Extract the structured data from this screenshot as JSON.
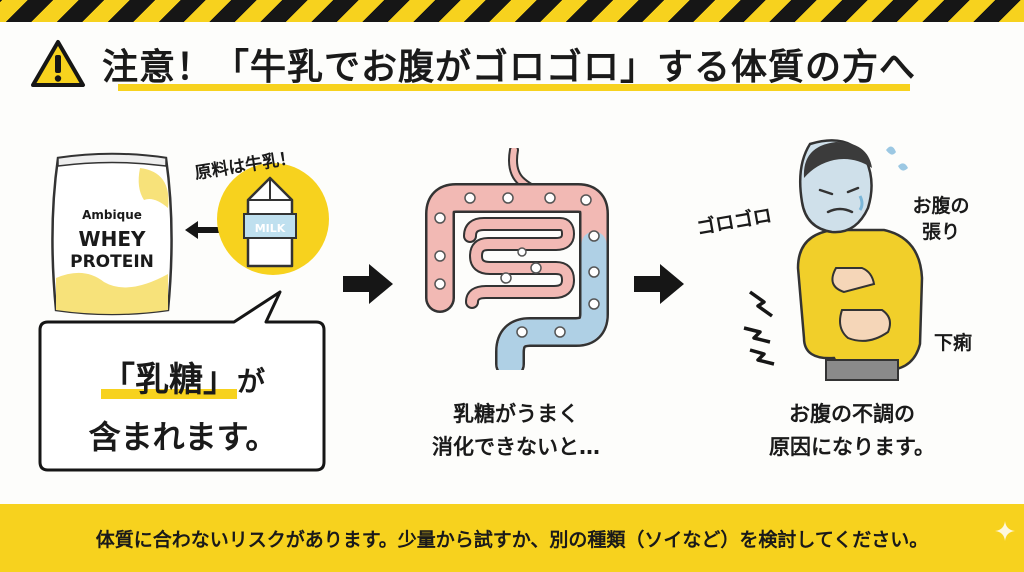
{
  "header": {
    "title": "注意！「牛乳でお腹がゴロゴロ」する体質の方へ",
    "warning_icon": "warning-triangle-icon"
  },
  "product": {
    "brand": "Ambique",
    "line1": "WHEY",
    "line2": "PROTEIN"
  },
  "milk": {
    "caption": "原料は牛乳！",
    "carton_label": "MILK"
  },
  "callout": {
    "highlight": "「乳糖」",
    "suffix": "が",
    "line2": "含まれます。"
  },
  "digestion": {
    "line1": "乳糖がうまく",
    "line2": "消化できないと…"
  },
  "symptoms": {
    "rumble": "ゴロゴロ",
    "bloating_line1": "お腹の",
    "bloating_line2": "張り",
    "diarrhea": "下痢",
    "line1": "お腹の不調の",
    "line2": "原因になります。"
  },
  "footer": {
    "text": "体質に合わないリスクがあります。少量から試すか、別の種類（ソイなど）を検討してください。"
  },
  "colors": {
    "accent": "#f7d21e",
    "dark": "#161616",
    "intestine": "#f2b9b4",
    "liquid": "#a7d3ea",
    "shirt": "#f1cf2a"
  }
}
